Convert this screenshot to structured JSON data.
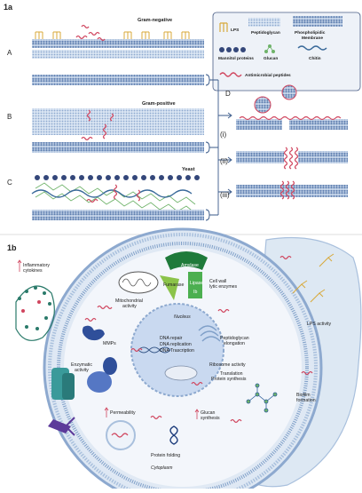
{
  "panel_a": {
    "title": "1a",
    "label_a": "A",
    "label_b": "B",
    "label_c": "C",
    "label_d": "D",
    "gram_negative": "Gram-negative",
    "gram_positive": "Gram-positive",
    "yeast": "Yeast",
    "mech_i": "(i)",
    "mech_ii": "(ii)",
    "mech_iii": "(iii)",
    "legend": {
      "lps": "LPS",
      "peptidoglycan": "Peptidoglycan",
      "phospholipidic_1": "Phospholipidic",
      "phospholipidic_2": "Membrane",
      "mannitol": "Mannitol proteins",
      "glucan": "Glucan",
      "chitin": "Chitin",
      "amp": "Antimicrobial peptides"
    }
  },
  "panel_b": {
    "title": "1b",
    "inflammatory_1": "Inflammatory",
    "inflammatory_2": "cytokines",
    "mitochondrial_1": "Mitochondrial",
    "mitochondrial_2": "activity",
    "amylase": "Amylase",
    "fumarase": "Fumarase",
    "lipase": "Lipase",
    "lipase_2": "Ib",
    "cell_wall_1": "Cell wall",
    "cell_wall_2": "lytic enzymes",
    "mmps": "MMPs",
    "nucleus": "Nucleus",
    "dna_repair": "DNA repair",
    "dna_replication": "DNA replication",
    "dna_transcription": "DNA Trascription",
    "peptidoglycan_1": "Peptidoglycan",
    "peptidoglycan_2": "elongation",
    "lps_activity": "LPS activity",
    "ribosome": "Ribosome activity",
    "translation": "Translation",
    "protein_synthesis": "Protein synthesis",
    "enzymatic_1": "Enzymatic",
    "enzymatic_2": "activity",
    "permeability": "Permeability",
    "biofilm_1": "Biofilm",
    "biofilm_2": "formation",
    "glucan_1": "Glucan",
    "glucan_2": "synthesis",
    "protein_folding": "Protein folding",
    "cytoplasm": "Cytoplasm"
  },
  "colors": {
    "membrane": "#7f9fc8",
    "peptidoglycan": "#a9c0dd",
    "lps": "#d8a93a",
    "amp": "#d0455e",
    "glucan": "#6fb36a",
    "mannitol": "#34477a",
    "nucleus": "#c9d9f0",
    "cell_bg": "#eef3fa",
    "amylase": "#1f7a3a",
    "lipase": "#4caf50"
  }
}
